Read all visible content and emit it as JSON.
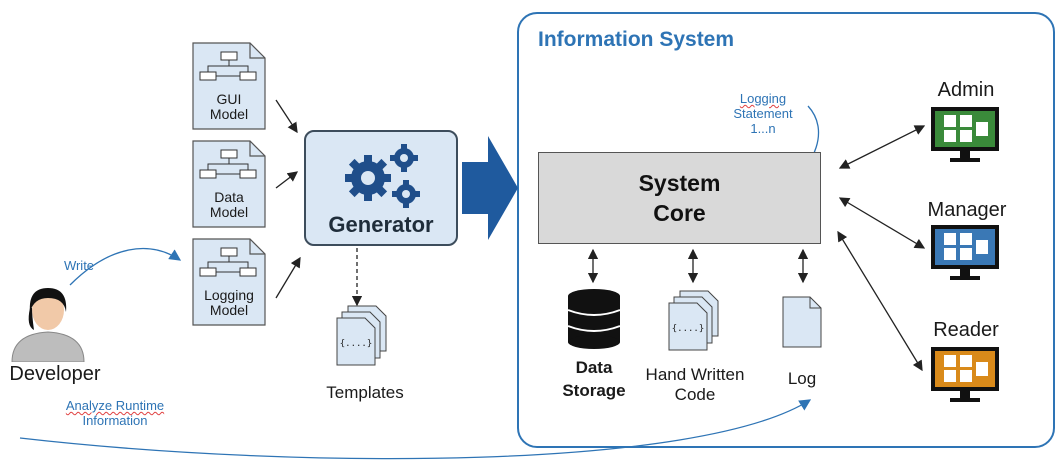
{
  "info_system": {
    "title": "Information System"
  },
  "models": [
    {
      "line1": "GUI",
      "line2": "Model"
    },
    {
      "line1": "Data",
      "line2": "Model"
    },
    {
      "line1": "Logging",
      "line2": "Model"
    }
  ],
  "generator": {
    "label": "Generator"
  },
  "templates": {
    "label": "Templates",
    "glyph": "{....}"
  },
  "core": {
    "line1": "System",
    "line2": "Core"
  },
  "logging_note": {
    "line1": "Logging",
    "line2": "Statement",
    "line3": "1...n"
  },
  "storage": {
    "line1": "Data",
    "line2": "Storage"
  },
  "handwritten": {
    "line1": "Hand Written",
    "line2": "Code",
    "glyph": "{....}"
  },
  "log": {
    "label": "Log"
  },
  "developer": {
    "label": "Developer"
  },
  "write_note": {
    "label": "Write"
  },
  "analyze_note": {
    "line1": "Analyze Runtime",
    "line2": "Information"
  },
  "roles": [
    {
      "label": "Admin",
      "color": "#3a8a3a"
    },
    {
      "label": "Manager",
      "color": "#3a78b5"
    },
    {
      "label": "Reader",
      "color": "#d98a1a"
    }
  ],
  "colors": {
    "accent_blue": "#2e74b5",
    "arrow_blue": "#1f5a9e"
  }
}
